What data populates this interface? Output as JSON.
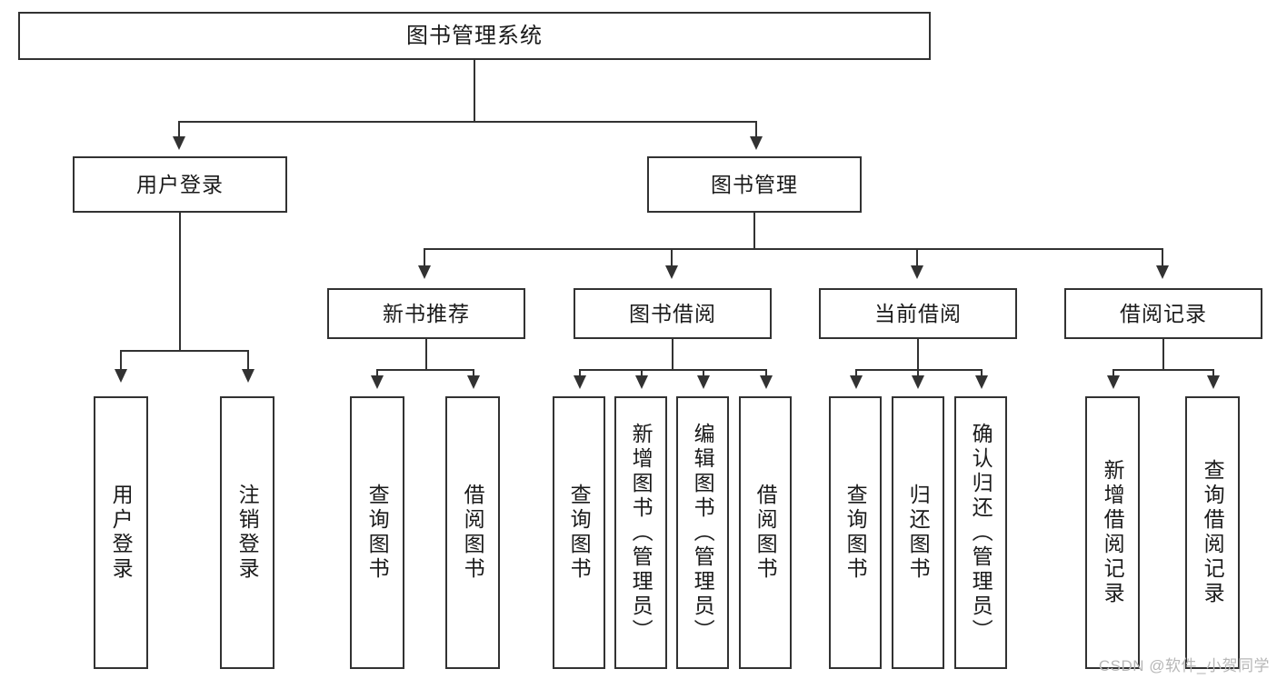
{
  "diagram": {
    "title": "图书管理系统",
    "type": "tree",
    "colors": {
      "stroke": "#323232",
      "fill": "#ffffff",
      "text": "#1a1a1a",
      "watermark": "#b7b7b7"
    },
    "root": {
      "label": "图书管理系统"
    },
    "level2": [
      {
        "id": "user-login",
        "label": "用户登录"
      },
      {
        "id": "book-manage",
        "label": "图书管理"
      }
    ],
    "level3": [
      {
        "id": "new-book-recommend",
        "label": "新书推荐",
        "parent": "book-manage"
      },
      {
        "id": "book-borrow",
        "label": "图书借阅",
        "parent": "book-manage"
      },
      {
        "id": "current-borrow",
        "label": "当前借阅",
        "parent": "book-manage"
      },
      {
        "id": "borrow-record",
        "label": "借阅记录",
        "parent": "book-manage"
      }
    ],
    "leaves": {
      "user-login": [
        {
          "id": "leaf-user-login",
          "label": "用户登录"
        },
        {
          "id": "leaf-user-logout",
          "label": "注销登录"
        }
      ],
      "new-book-recommend": [
        {
          "id": "leaf-query-book-1",
          "label": "查询图书"
        },
        {
          "id": "leaf-borrow-book-1",
          "label": "借阅图书"
        }
      ],
      "book-borrow": [
        {
          "id": "leaf-query-book-2",
          "label": "查询图书"
        },
        {
          "id": "leaf-add-book",
          "label": "新增图书（管理员）"
        },
        {
          "id": "leaf-edit-book",
          "label": "编辑图书（管理员）"
        },
        {
          "id": "leaf-borrow-book-2",
          "label": "借阅图书"
        }
      ],
      "current-borrow": [
        {
          "id": "leaf-query-book-3",
          "label": "查询图书"
        },
        {
          "id": "leaf-return-book",
          "label": "归还图书"
        },
        {
          "id": "leaf-confirm-return",
          "label": "确认归还（管理员）"
        }
      ],
      "borrow-record": [
        {
          "id": "leaf-add-record",
          "label": "新增借阅记录"
        },
        {
          "id": "leaf-query-record",
          "label": "查询借阅记录"
        }
      ]
    }
  },
  "watermark": {
    "text": "CSDN @软件_小贺同学"
  }
}
